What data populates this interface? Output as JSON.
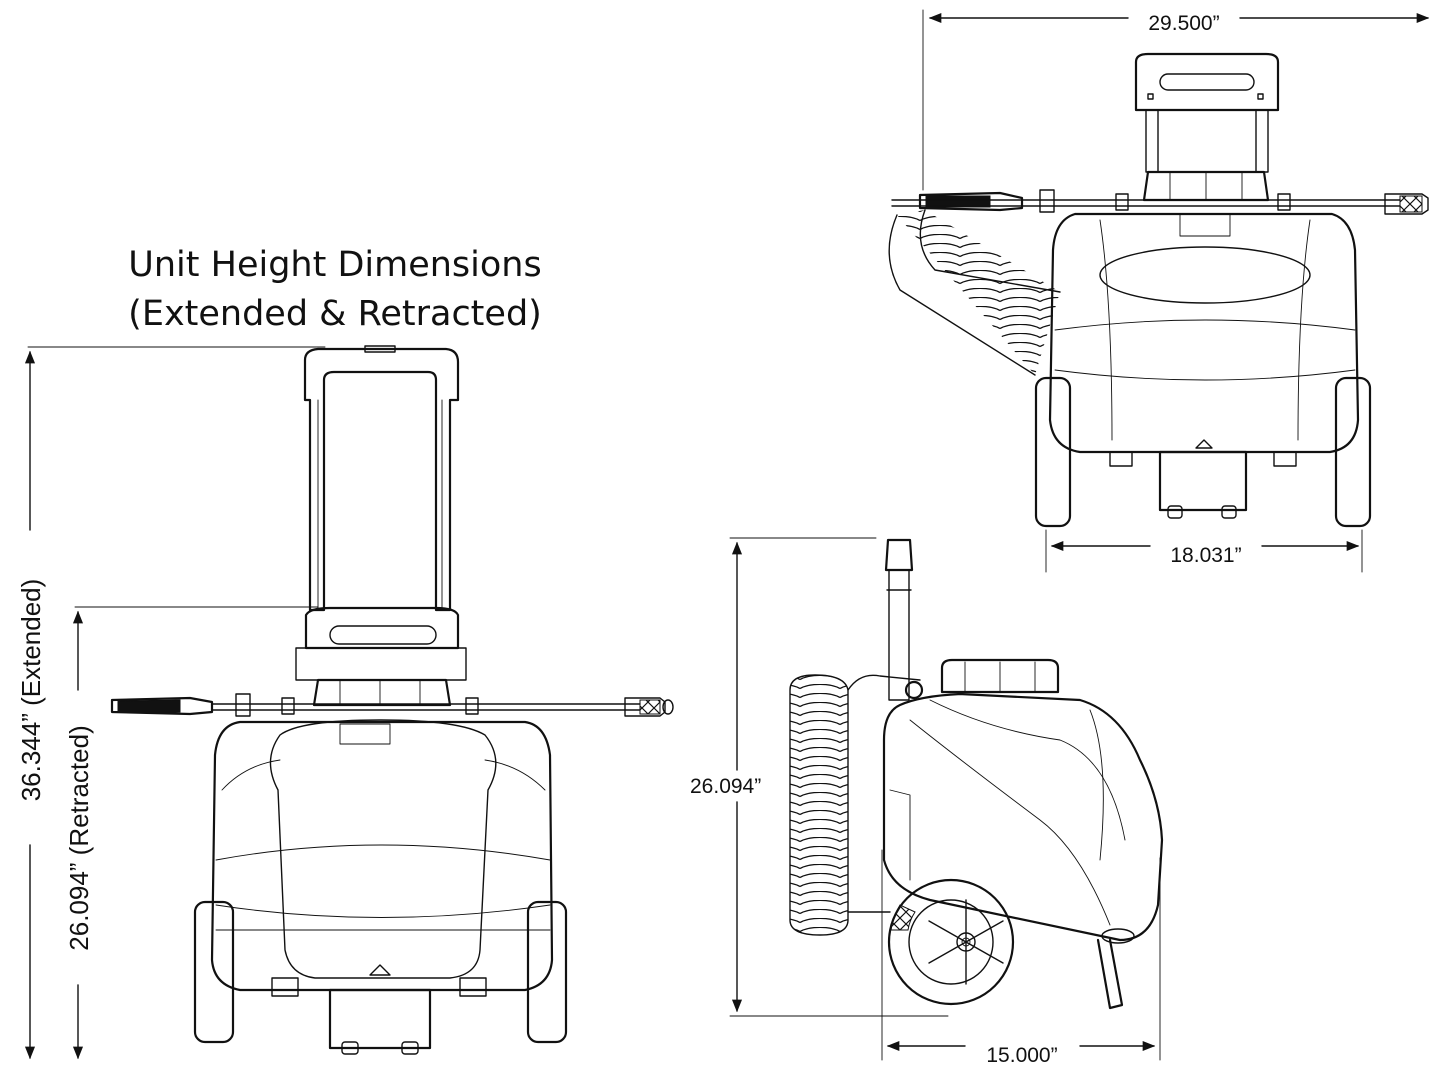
{
  "title": {
    "line1": "Unit Height Dimensions",
    "line2": "(Extended & Retracted)"
  },
  "dimensions": {
    "extended": "36.344” (Extended)",
    "retracted": "26.094” (Retracted)",
    "top_width": "29.500”",
    "wheel_width": "18.031”",
    "side_height": "26.094”",
    "side_depth": "15.000”"
  },
  "colors": {
    "line": "#111111",
    "background": "#ffffff"
  }
}
